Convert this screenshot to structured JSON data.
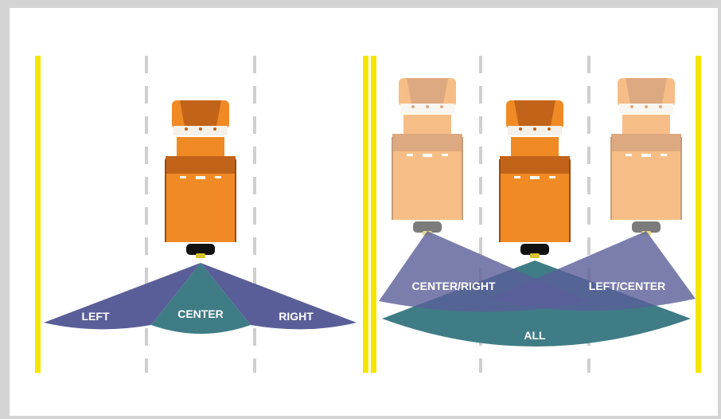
{
  "diagram": {
    "left_panel": {
      "zones": [
        {
          "label": "LEFT"
        },
        {
          "label": "CENTER"
        },
        {
          "label": "RIGHT"
        }
      ]
    },
    "right_panel": {
      "zones": [
        {
          "label": "CENTER/RIGHT"
        },
        {
          "label": "LEFT/CENTER"
        },
        {
          "label": "ALL"
        }
      ]
    },
    "colors": {
      "background": "#d4d4d4",
      "panel": "#ffffff",
      "road_edge": "#f5e600",
      "lane_dash": "#cfcfcf",
      "zone_purple": "#5a5e98",
      "zone_teal": "#3f7c86",
      "truck_orange": "#f08a24",
      "truck_faded": "#f6c49a"
    }
  }
}
